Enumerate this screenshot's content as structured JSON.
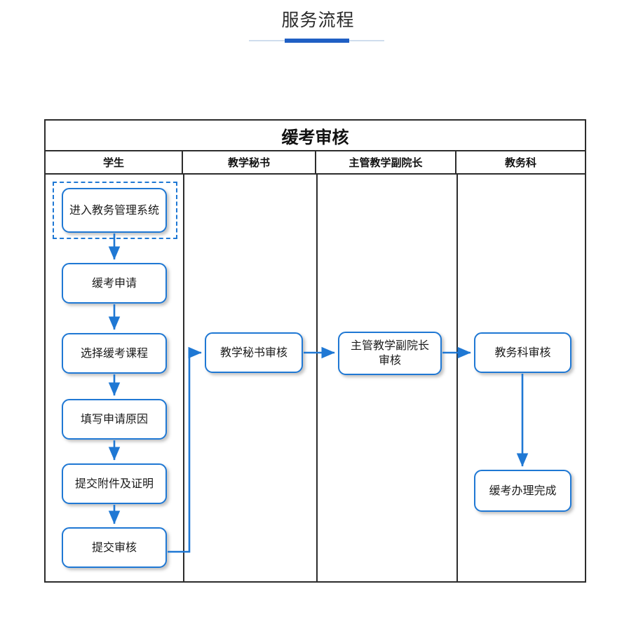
{
  "page": {
    "title": "服务流程",
    "accent_color": "#1f5fc4",
    "rule_color": "#cfdded"
  },
  "flowchart": {
    "title": "缓考审核",
    "node_border_color": "#1f78d4",
    "table_border_color": "#2c2c2c",
    "lanes": [
      {
        "label": "学生"
      },
      {
        "label": "教学秘书"
      },
      {
        "label": "主管教学副院长"
      },
      {
        "label": "教务科"
      }
    ],
    "nodes": [
      {
        "id": "n1",
        "lane": 0,
        "label": "进入教务管理系统",
        "selected": true
      },
      {
        "id": "n2",
        "lane": 0,
        "label": "缓考申请",
        "selected": false
      },
      {
        "id": "n3",
        "lane": 0,
        "label": "选择缓考课程",
        "selected": false
      },
      {
        "id": "n4",
        "lane": 0,
        "label": "填写申请原因",
        "selected": false
      },
      {
        "id": "n5",
        "lane": 0,
        "label": "提交附件及证明",
        "selected": false
      },
      {
        "id": "n6",
        "lane": 0,
        "label": "提交审核",
        "selected": false
      },
      {
        "id": "n7",
        "lane": 1,
        "label": "教学秘书审核",
        "selected": false
      },
      {
        "id": "n8",
        "lane": 2,
        "label": "主管教学副院长\n审核",
        "selected": false
      },
      {
        "id": "n9",
        "lane": 3,
        "label": "教务科审核",
        "selected": false
      },
      {
        "id": "n10",
        "lane": 3,
        "label": "缓考办理完成",
        "selected": false
      }
    ],
    "edges": [
      {
        "from": "n1",
        "to": "n2"
      },
      {
        "from": "n2",
        "to": "n3"
      },
      {
        "from": "n3",
        "to": "n4"
      },
      {
        "from": "n4",
        "to": "n5"
      },
      {
        "from": "n5",
        "to": "n6"
      },
      {
        "from": "n6",
        "to": "n7"
      },
      {
        "from": "n7",
        "to": "n8"
      },
      {
        "from": "n8",
        "to": "n9"
      },
      {
        "from": "n9",
        "to": "n10"
      }
    ]
  }
}
